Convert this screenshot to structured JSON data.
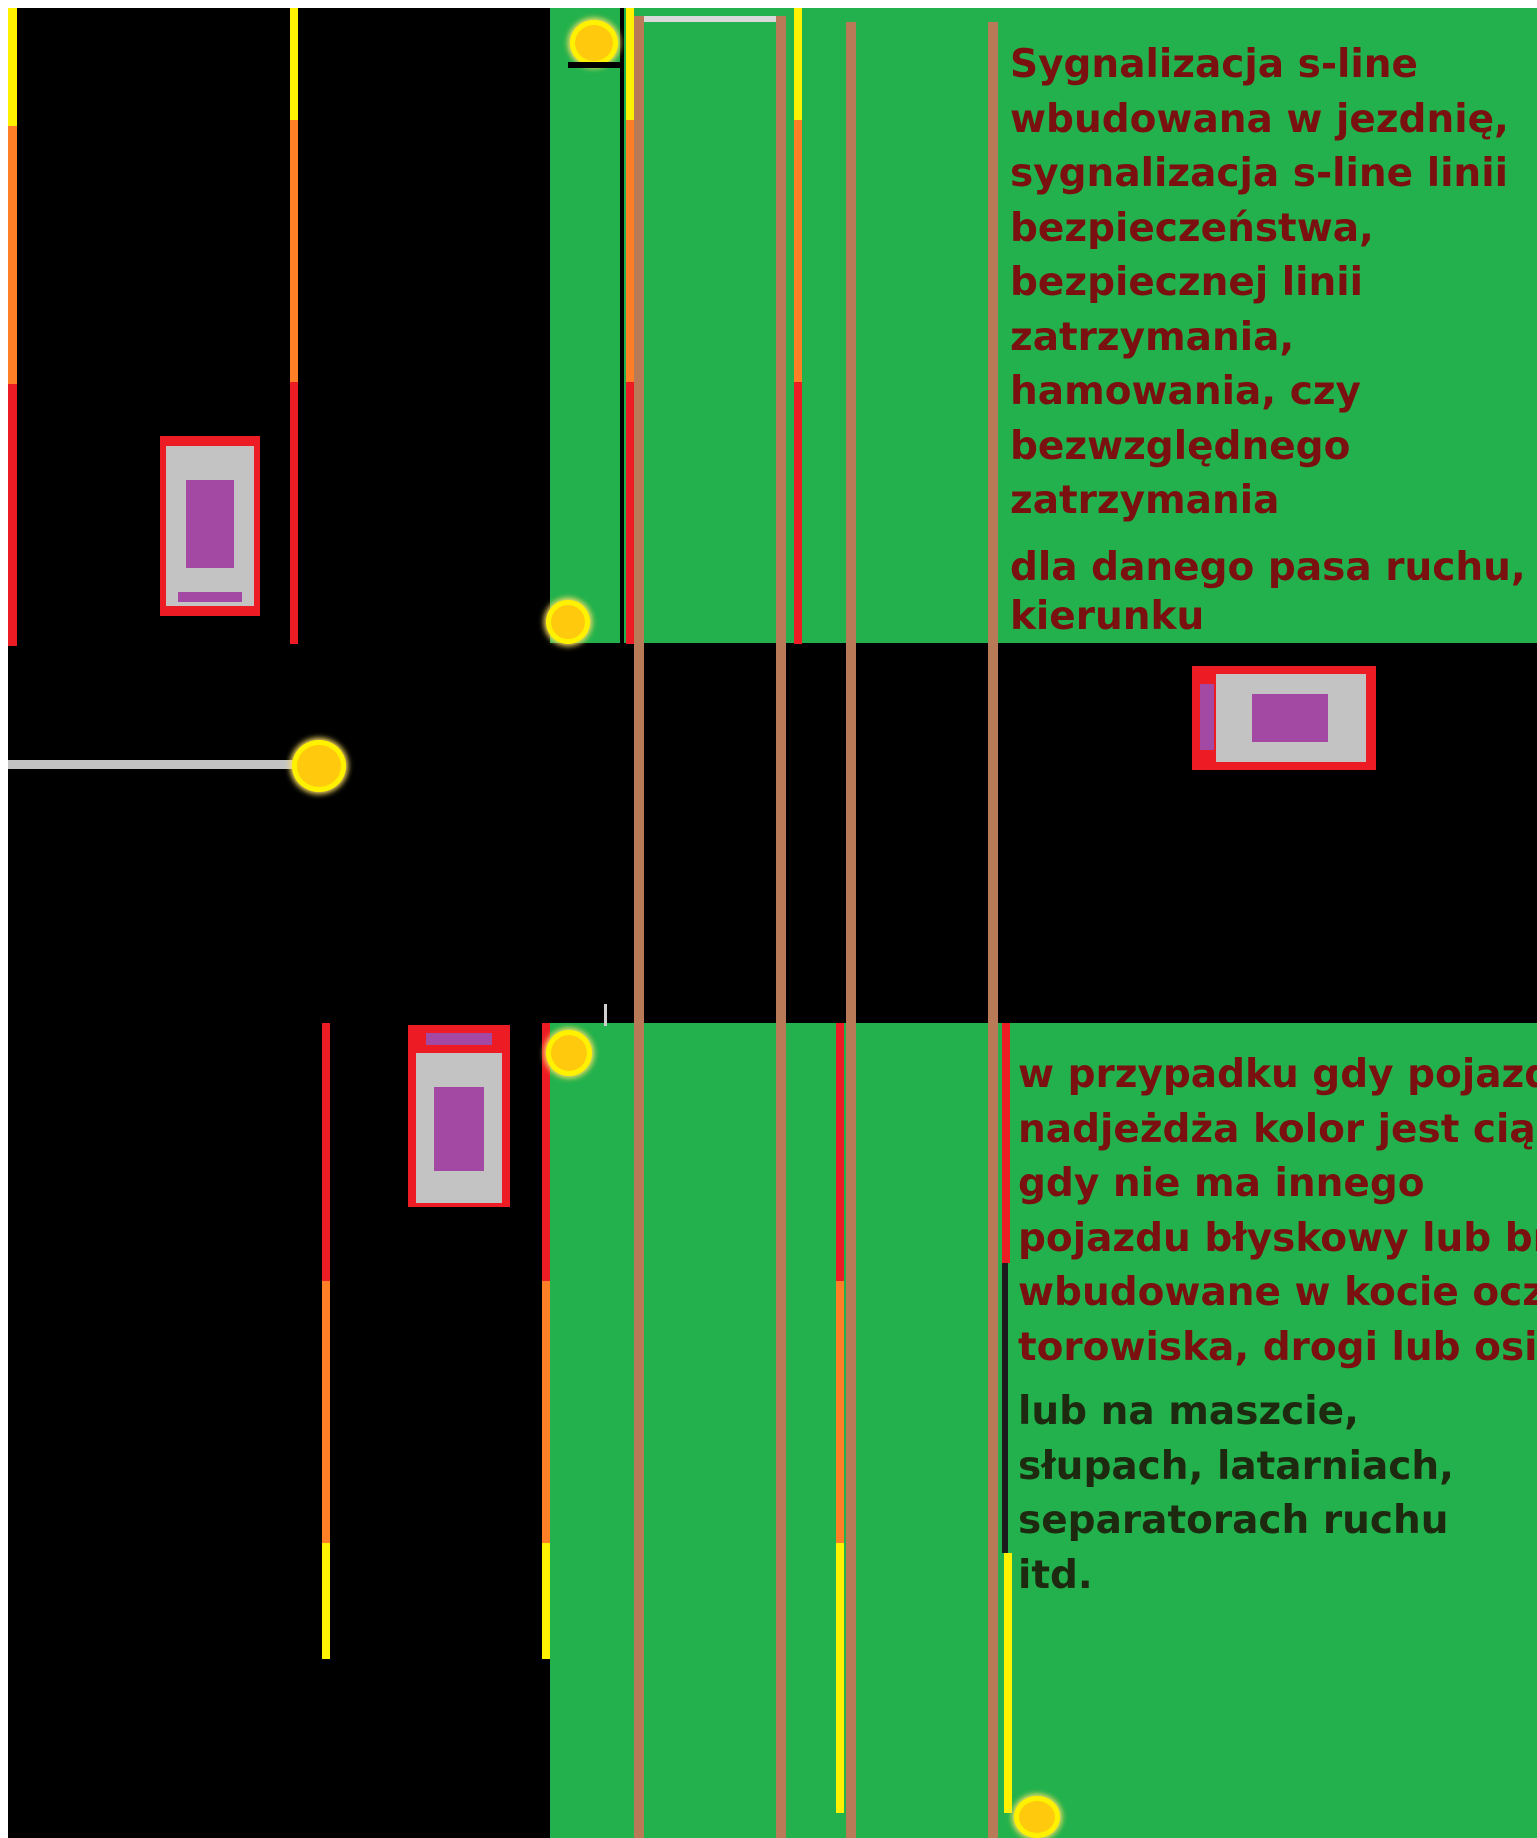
{
  "colors": {
    "road": "#000000",
    "grass": "#22b14c",
    "rail": "#b97a57",
    "car_body": "#ed1c24",
    "car_roof": "#c3c3c3",
    "car_window": "#a349a4",
    "signal_yellow": "#fff200",
    "signal_orange": "#ff7f27",
    "signal_red": "#ed1c24",
    "lamp": "#ffc90e",
    "text_red": "#7a1010",
    "text_dark": "#1e2a10"
  },
  "text_top": {
    "lines": [
      "Sygnalizacja s-line",
      "wbudowana w jezdnię,",
      "sygnalizacja s-line linii",
      "bezpieczeństwa,",
      "bezpiecznej linii",
      "zatrzymania,",
      "hamowania, czy",
      "bezwzględnego",
      "zatrzymania",
      "dla danego pasa ruchu,",
      "kierunku"
    ]
  },
  "text_bottom": {
    "red_lines": [
      "w przypadku gdy pojazd",
      "nadjeżdża kolor jest ciągły,",
      "gdy nie ma innego",
      "pojazdu błyskowy lub brak",
      "wbudowane w kocie oczka",
      "torowiska, drogi lub osi."
    ],
    "dark_lines": [
      "lub na maszcie,",
      "słupach, latarniach,",
      "separatorach ruchu",
      "itd."
    ]
  }
}
